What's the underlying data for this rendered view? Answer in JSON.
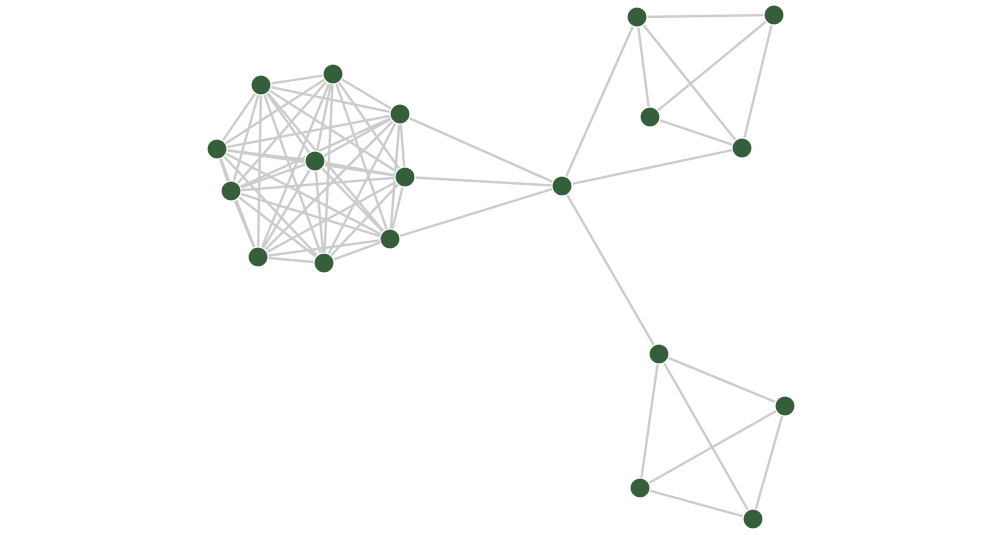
{
  "graph": {
    "node_color": "#355e3b",
    "edge_color": "#cccccc",
    "background_color": "#ffffff",
    "nodes": [
      {
        "id": "hub"
      },
      {
        "id": "clique-a1"
      },
      {
        "id": "clique-a2"
      },
      {
        "id": "clique-a3"
      },
      {
        "id": "clique-a4"
      },
      {
        "id": "clique-a5"
      },
      {
        "id": "clique-a6"
      },
      {
        "id": "clique-a7"
      },
      {
        "id": "clique-a8"
      },
      {
        "id": "clique-a9"
      },
      {
        "id": "clique-b1"
      },
      {
        "id": "clique-b2"
      },
      {
        "id": "clique-b3"
      },
      {
        "id": "clique-b4"
      },
      {
        "id": "clique-c1"
      },
      {
        "id": "clique-c2"
      },
      {
        "id": "clique-c3"
      },
      {
        "id": "clique-c4"
      }
    ],
    "edges": [
      [
        "hub",
        "clique-a3"
      ],
      [
        "hub",
        "clique-a7"
      ],
      [
        "hub",
        "clique-a8"
      ],
      [
        "hub",
        "clique-b1"
      ],
      [
        "hub",
        "clique-b4"
      ],
      [
        "hub",
        "clique-c1"
      ],
      [
        "clique-a1",
        "clique-a2"
      ],
      [
        "clique-a1",
        "clique-a3"
      ],
      [
        "clique-a1",
        "clique-a4"
      ],
      [
        "clique-a1",
        "clique-a5"
      ],
      [
        "clique-a1",
        "clique-a6"
      ],
      [
        "clique-a1",
        "clique-a7"
      ],
      [
        "clique-a1",
        "clique-a8"
      ],
      [
        "clique-a1",
        "clique-a9"
      ],
      [
        "clique-a2",
        "clique-a3"
      ],
      [
        "clique-a2",
        "clique-a4"
      ],
      [
        "clique-a2",
        "clique-a5"
      ],
      [
        "clique-a2",
        "clique-a6"
      ],
      [
        "clique-a2",
        "clique-a7"
      ],
      [
        "clique-a2",
        "clique-a8"
      ],
      [
        "clique-a2",
        "clique-a9"
      ],
      [
        "clique-a3",
        "clique-a4"
      ],
      [
        "clique-a3",
        "clique-a5"
      ],
      [
        "clique-a3",
        "clique-a6"
      ],
      [
        "clique-a3",
        "clique-a7"
      ],
      [
        "clique-a3",
        "clique-a8"
      ],
      [
        "clique-a3",
        "clique-a9"
      ],
      [
        "clique-a4",
        "clique-a5"
      ],
      [
        "clique-a4",
        "clique-a6"
      ],
      [
        "clique-a4",
        "clique-a7"
      ],
      [
        "clique-a4",
        "clique-a8"
      ],
      [
        "clique-a4",
        "clique-a9"
      ],
      [
        "clique-a5",
        "clique-a6"
      ],
      [
        "clique-a5",
        "clique-a7"
      ],
      [
        "clique-a5",
        "clique-a8"
      ],
      [
        "clique-a5",
        "clique-a9"
      ],
      [
        "clique-a6",
        "clique-a7"
      ],
      [
        "clique-a6",
        "clique-a8"
      ],
      [
        "clique-a6",
        "clique-a9"
      ],
      [
        "clique-a7",
        "clique-a8"
      ],
      [
        "clique-a7",
        "clique-a9"
      ],
      [
        "clique-a8",
        "clique-a9"
      ],
      [
        "clique-b1",
        "clique-b2"
      ],
      [
        "clique-b1",
        "clique-b3"
      ],
      [
        "clique-b1",
        "clique-b4"
      ],
      [
        "clique-b2",
        "clique-b3"
      ],
      [
        "clique-b2",
        "clique-b4"
      ],
      [
        "clique-b3",
        "clique-b4"
      ],
      [
        "clique-c1",
        "clique-c2"
      ],
      [
        "clique-c1",
        "clique-c3"
      ],
      [
        "clique-c1",
        "clique-c4"
      ],
      [
        "clique-c2",
        "clique-c3"
      ],
      [
        "clique-c2",
        "clique-c4"
      ],
      [
        "clique-c3",
        "clique-c4"
      ]
    ]
  }
}
